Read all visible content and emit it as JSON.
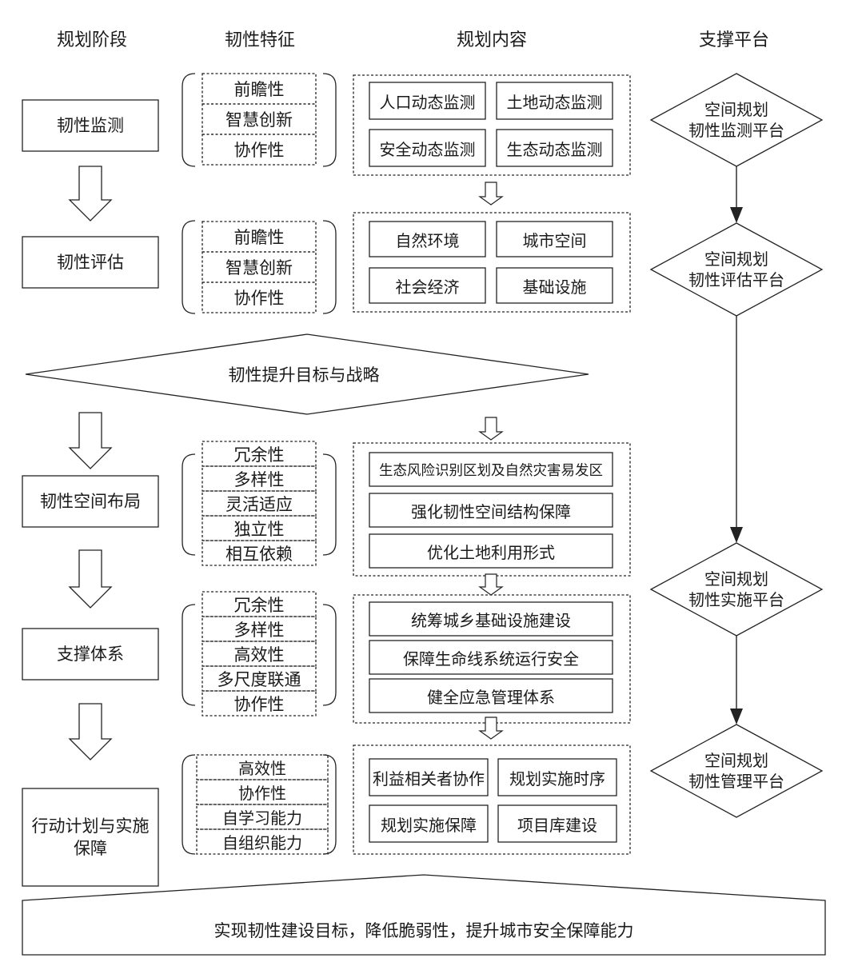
{
  "headers": {
    "stage": "规划阶段",
    "features": "韧性特征",
    "content": "规划内容",
    "platform": "支撑平台"
  },
  "stages": [
    "韧性监测",
    "韧性评估",
    "韧性空间布局",
    "支撑体系",
    "行动计划与实施保障"
  ],
  "features": [
    [
      "前瞻性",
      "智慧创新",
      "协作性"
    ],
    [
      "前瞻性",
      "智慧创新",
      "协作性"
    ],
    [
      "冗余性",
      "多样性",
      "灵活适应",
      "独立性",
      "相互依赖"
    ],
    [
      "冗余性",
      "多样性",
      "高效性",
      "多尺度联通",
      "协作性"
    ],
    [
      "高效性",
      "协作性",
      "自学习能力",
      "自组织能力"
    ]
  ],
  "contents": [
    [
      "人口动态监测",
      "土地动态监测",
      "安全动态监测",
      "生态动态监测"
    ],
    [
      "自然环境",
      "城市空间",
      "社会经济",
      "基础设施"
    ],
    [
      "生态风险识别区划及自然灾害易发区",
      "强化韧性空间结构保障",
      "优化土地利用形式"
    ],
    [
      "统筹城乡基础设施建设",
      "保障生命线系统运行安全",
      "健全应急管理体系"
    ],
    [
      "利益相关者协作",
      "规划实施时序",
      "规划实施保障",
      "项目库建设"
    ]
  ],
  "platforms": [
    "空间规划\n韧性监测平台",
    "空间规划\n韧性评估平台",
    "空间规划\n韧性实施平台",
    "空间规划\n韧性管理平台"
  ],
  "goal_strategy": "韧性提升目标与战略",
  "bottom": "实现韧性建设目标，降低脆弱性，提升城市安全保障能力"
}
